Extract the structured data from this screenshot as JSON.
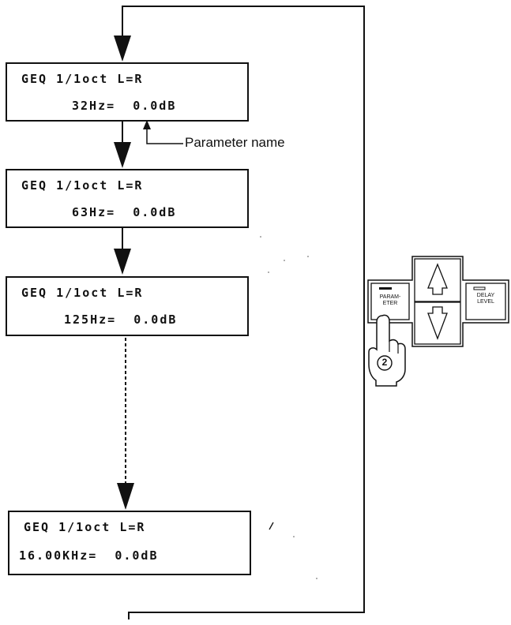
{
  "displays": [
    {
      "line1": "GEQ 1/1oct L=R",
      "line2": "32Hz=  0.0dB"
    },
    {
      "line1": "GEQ 1/1oct L=R",
      "line2": "63Hz=  0.0dB"
    },
    {
      "line1": "GEQ 1/1oct L=R",
      "line2": "125Hz=  0.0dB"
    },
    {
      "line1": "GEQ 1/1oct L=R",
      "line2": "16.00KHz=  0.0dB"
    }
  ],
  "callout": {
    "label": "Parameter name"
  },
  "panel": {
    "left_button_label": "PARAM-\nETER",
    "right_button_label": "DELAY\nLEVEL",
    "step_number": "2",
    "up_icon": "triangle-up-icon",
    "down_icon": "triangle-down-icon"
  }
}
